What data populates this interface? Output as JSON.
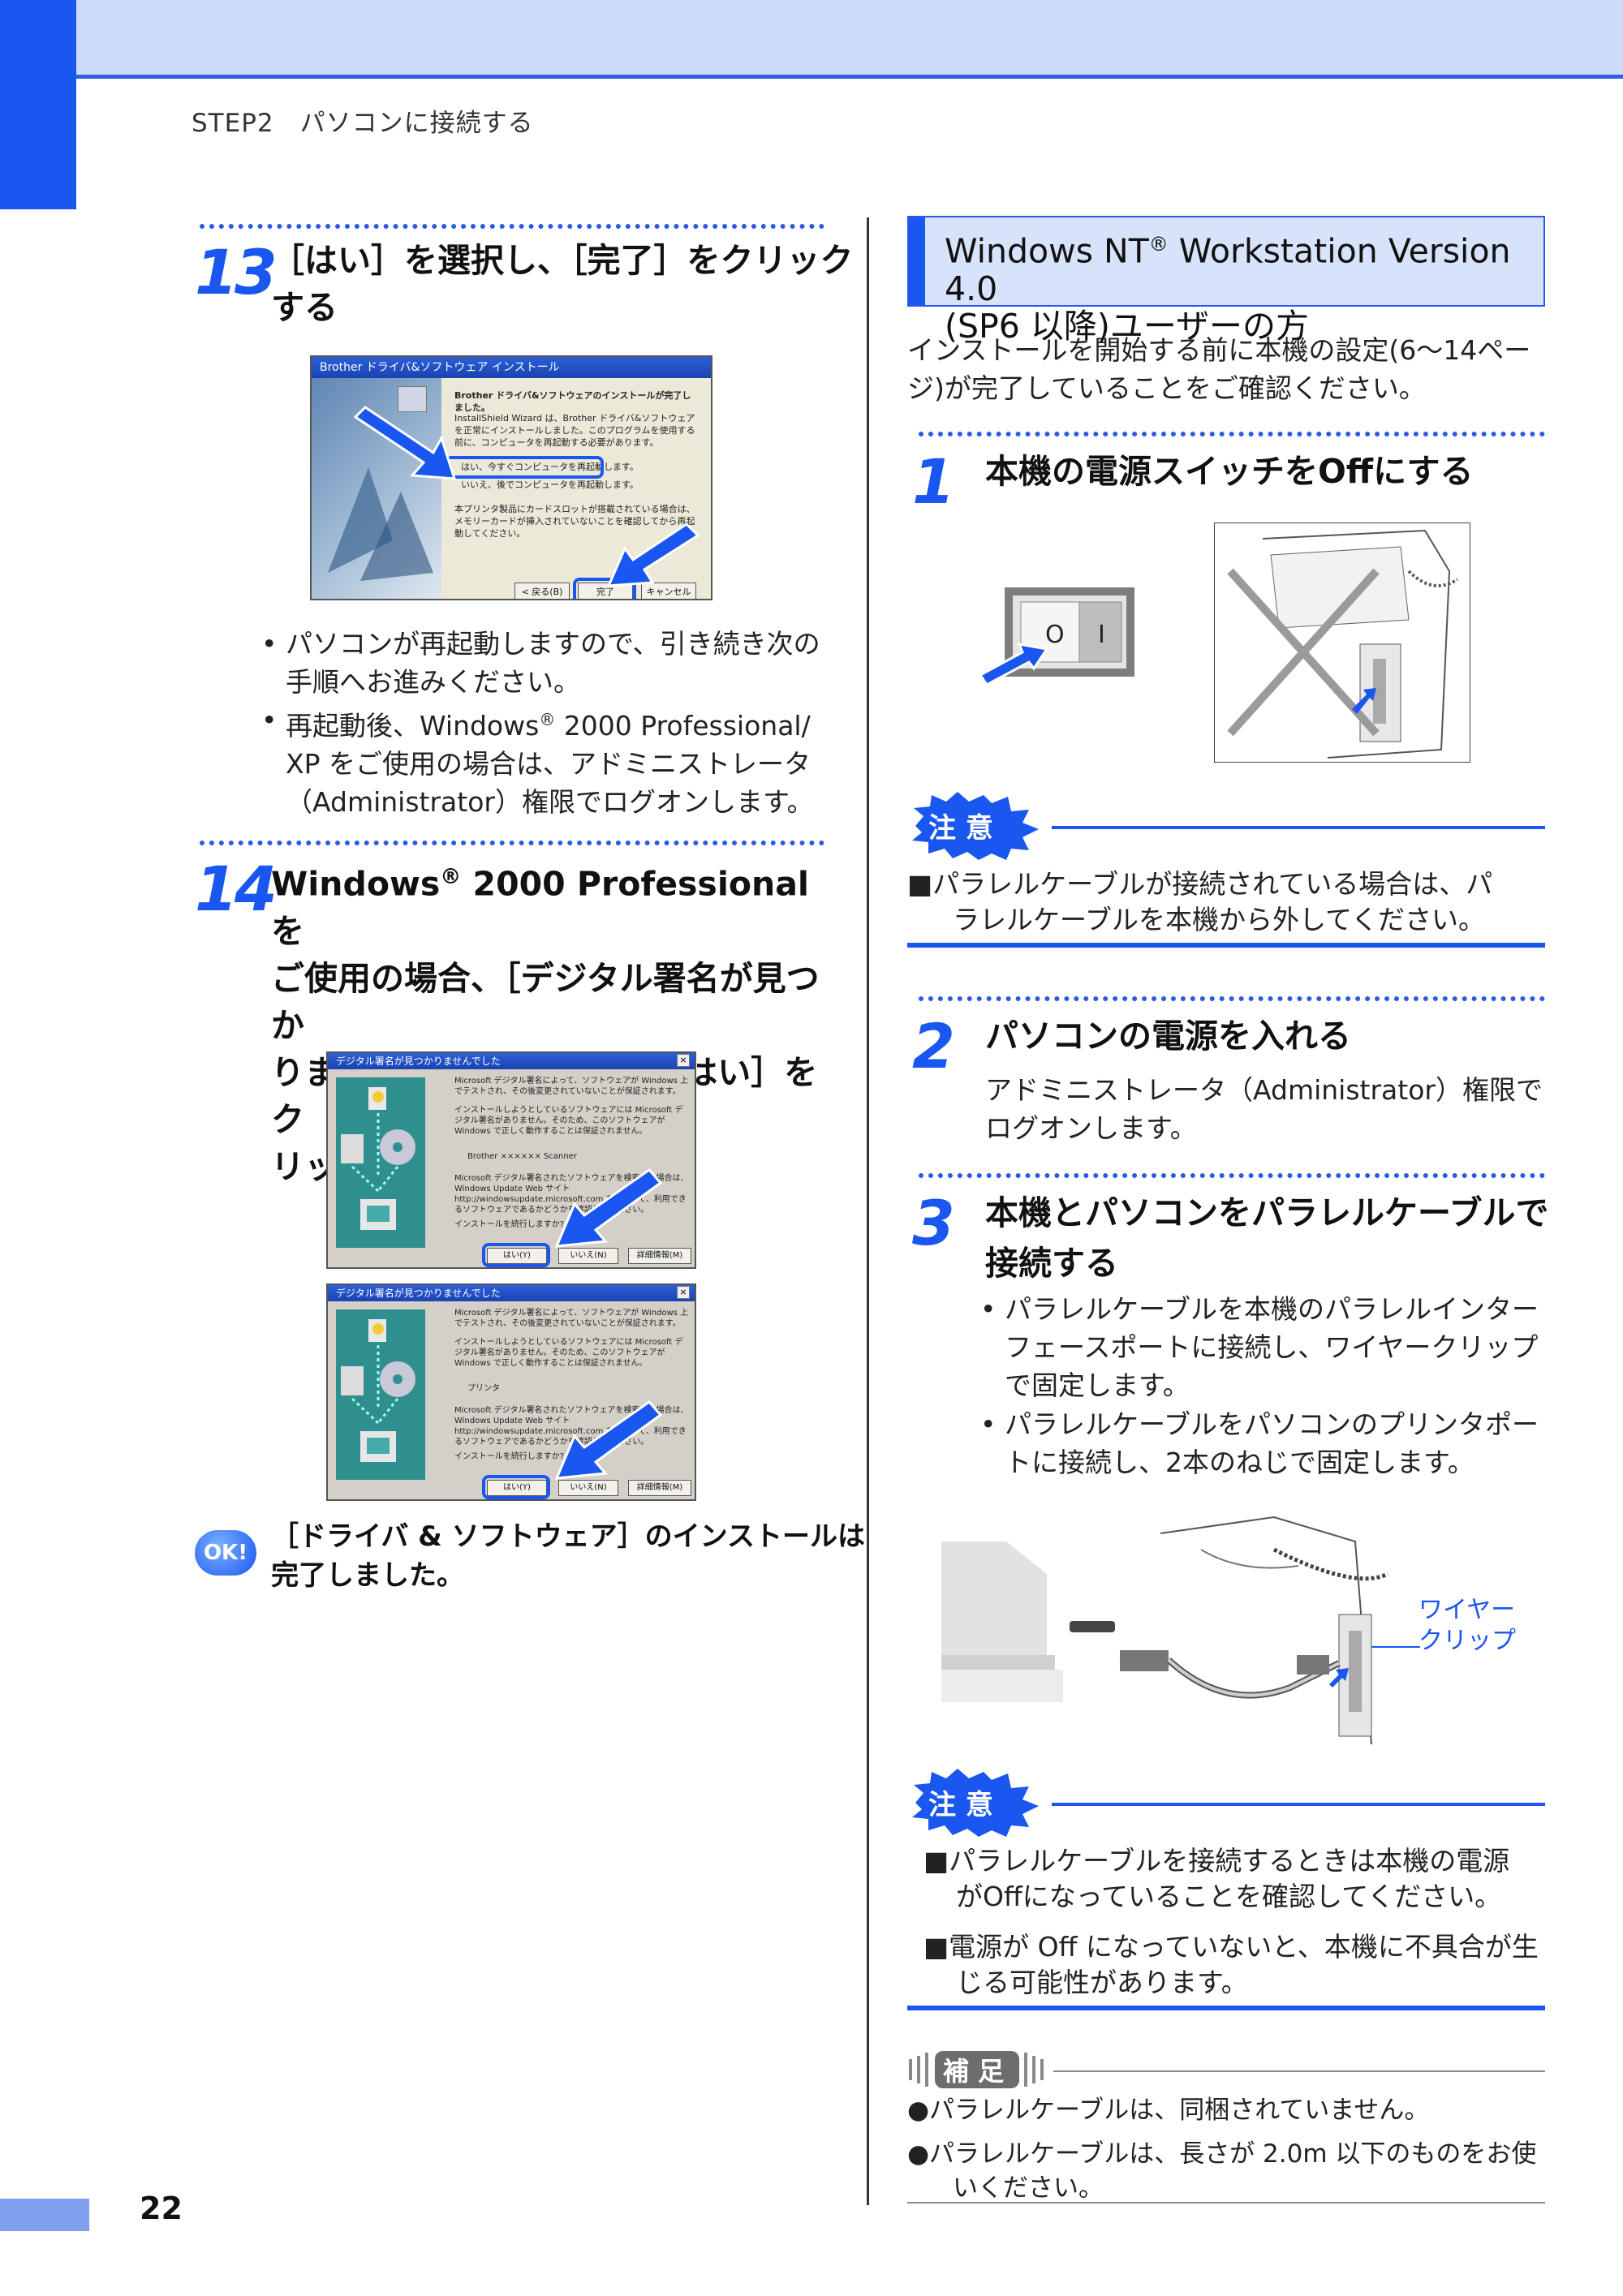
{
  "header": {
    "section": "STEP2　パソコンに接続する"
  },
  "page_number": "22",
  "left": {
    "step13": {
      "num": "13",
      "title_l1": "［はい］を選択し、［完了］をクリック",
      "title_l2": "する",
      "dialog": {
        "title": "Brother ドライバ&ソフトウェア インストール",
        "heading": "Brother ドライバ&ソフトウェアのインストールが完了しました。",
        "line1": "InstallShield Wizard は、Brother ドライバ&ソフトウェアを正常にインストールしました。このプログラムを使用する前に、コンピュータを再起動する必要があります。",
        "opt_yes": "はい、今すぐコンピュータを再起動します。",
        "opt_no": "いいえ、後でコンピュータを再起動します。",
        "note": "本プリンタ製品にカードスロットが搭載されている場合は、メモリーカードが挿入されていないことを確認してから再起動してください。",
        "btn_back": "< 戻る(B)",
        "btn_finish": "完了",
        "btn_cancel": "キャンセル"
      },
      "bullet1_l1": "パソコンが再起動しますので、引き続き次の",
      "bullet1_l2": "手順へお進みください。",
      "bullet2_l1a": "再起動後、Windows",
      "bullet2_reg": "®",
      "bullet2_l1b": " 2000 Professional/",
      "bullet2_l2": "XP をご使用の場合は、アドミニストレータ",
      "bullet2_l3": "（Administrator）権限でログオンします。"
    },
    "step14": {
      "num": "14",
      "title_l1a": "Windows",
      "title_reg": "®",
      "title_l1b": " 2000 Professional を",
      "title_l2": "ご使用の場合、［デジタル署名が見つか",
      "title_l3": "りませんでした。］画面で［はい］をク",
      "title_l4": "リックする",
      "dialog1": {
        "title": "デジタル署名が見つかりませんでした",
        "p1": "Microsoft デジタル署名によって、ソフトウェアが Windows 上でテストされ、その後変更されていないことが保証されます。",
        "p2": "インストールしようとしているソフトウェアには Microsoft デジタル署名がありません。そのため、このソフトウェアが Windows で正しく動作することは保証されません。",
        "device": "Brother  ××××××  Scanner",
        "p3": "Microsoft デジタル署名されたソフトウェアを検索する場合は、Windows Update Web サイト http://windowsupdate.microsoft.com を参照して、利用できるソフトウェアであるかどうかを確認してください。",
        "ask": "インストールを続行しますか?",
        "btn_yes": "はい(Y)",
        "btn_no": "いいえ(N)",
        "btn_info": "詳細情報(M)"
      },
      "dialog2": {
        "title": "デジタル署名が見つかりませんでした",
        "p1": "Microsoft デジタル署名によって、ソフトウェアが Windows 上でテストされ、その後変更されていないことが保証されます。",
        "p2": "インストールしようとしているソフトウェアには Microsoft デジタル署名がありません。そのため、このソフトウェアが Windows で正しく動作することは保証されません。",
        "device": "プリンタ",
        "p3": "Microsoft デジタル署名されたソフトウェアを検索する場合は、Windows Update Web サイト http://windowsupdate.microsoft.com を参照して、利用できるソフトウェアであるかどうかを確認してください。",
        "ask": "インストールを続行しますか?",
        "btn_yes": "はい(Y)",
        "btn_no": "いいえ(N)",
        "btn_info": "詳細情報(M)"
      }
    },
    "ok": {
      "badge": "OK!",
      "l1": "［ドライバ & ソフトウェア］のインストールは",
      "l2": "完了しました。"
    }
  },
  "right": {
    "nt_box": {
      "l1a": "Windows NT",
      "reg": "®",
      "l1b": " Workstation Version 4.0",
      "l2": "(SP6 以降)ユーザーの方"
    },
    "intro_l1": "インストールを開始する前に本機の設定(6〜14ペー",
    "intro_l2": "ジ)が完了していることをご確認ください。",
    "step1": {
      "num": "1",
      "title": "本機の電源スイッチをOffにする",
      "switch_o": "O",
      "switch_i": "I"
    },
    "caution1": {
      "badge": "注 意",
      "l1": "■パラレルケーブルが接続されている場合は、パ",
      "l2": "ラレルケーブルを本機から外してください。"
    },
    "step2": {
      "num": "2",
      "title": "パソコンの電源を入れる",
      "l1": "アドミニストレータ（Administrator）権限で",
      "l2": "ログオンします。"
    },
    "step3": {
      "num": "3",
      "title_l1": "本機とパソコンをパラレルケーブルで",
      "title_l2": "接続する",
      "b1_l1": "パラレルケーブルを本機のパラレルインター",
      "b1_l2": "フェースポートに接続し、ワイヤークリップ",
      "b1_l3": "で固定します。",
      "b2_l1": "パラレルケーブルをパソコンのプリンタポー",
      "b2_l2": "トに接続し、2本のねじで固定します。",
      "label_l1": "ワイヤー",
      "label_l2": "クリップ"
    },
    "caution2": {
      "badge": "注 意",
      "p1_l1": "■パラレルケーブルを接続するときは本機の電源",
      "p1_l2": "がOffになっていることを確認してください。",
      "p2_l1": "■電源が Off になっていないと、本機に不具合が生",
      "p2_l2": "じる可能性があります。"
    },
    "supplement": {
      "badge": "補 足",
      "i1": "●パラレルケーブルは、同梱されていません。",
      "i2_l1": "●パラレルケーブルは、長さが 2.0m 以下のものをお使",
      "i2_l2": "いください。"
    }
  },
  "colors": {
    "accent": "#1a56f0",
    "header_bg": "#cddcfb",
    "box_bg": "#d7e3fb"
  }
}
